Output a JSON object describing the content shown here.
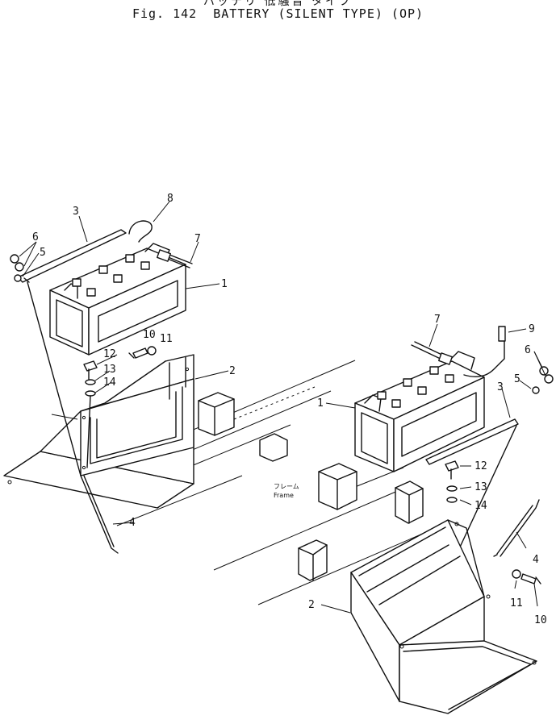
{
  "header": {
    "japanese_title": "バッテリ 低騒音 タイプ",
    "figure_title": "Fig. 142  BATTERY (SILENT TYPE) (OP)"
  },
  "frame_label": {
    "japanese": "フレーム",
    "english": "Frame"
  },
  "callouts": {
    "left_3": "3",
    "left_5": "5",
    "left_6": "6",
    "left_8": "8",
    "left_7": "7",
    "left_1": "1",
    "left_10": "10",
    "left_11": "11",
    "left_12": "12",
    "left_13": "13",
    "left_14": "14",
    "left_2": "2",
    "left_4": "4",
    "right_7": "7",
    "right_9": "9",
    "right_6": "6",
    "right_5": "5",
    "right_3": "3",
    "right_1": "1",
    "right_12": "12",
    "right_13": "13",
    "right_14": "14",
    "right_4": "4",
    "right_2": "2",
    "right_11": "11",
    "right_10": "10"
  }
}
